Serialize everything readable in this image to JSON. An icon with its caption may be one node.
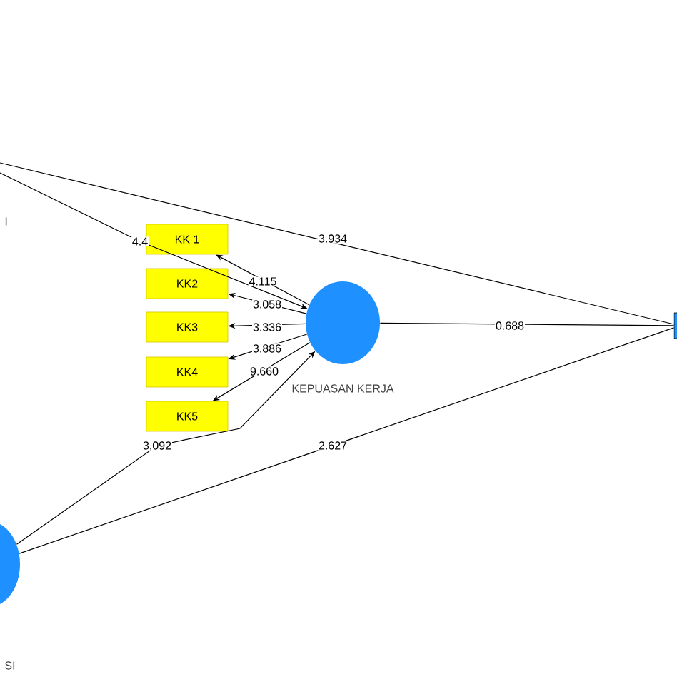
{
  "diagram": {
    "nodes": [
      {
        "text": [],
        "shape": "circle"
      },
      {
        "text": [
          "KK 1"
        ]
      },
      {
        "text": [
          "KK2"
        ]
      },
      {
        "text": [
          "KK3"
        ]
      },
      {
        "text": [
          "KK4"
        ]
      },
      {
        "text": [
          "KK5"
        ]
      },
      {
        "text": [],
        "shape": "circle",
        "beside": [
          "KEPUASAN KERJA"
        ]
      },
      {
        "text": [],
        "shape": "box"
      }
    ],
    "edges": [
      {
        "from": null,
        "to": 7,
        "arrow": "none",
        "label": "3.934"
      },
      {
        "from": null,
        "to": 6,
        "arrow": "to",
        "label": "4.4"
      },
      {
        "from": 6,
        "to": 1,
        "arrow": "to",
        "label": "4.115"
      },
      {
        "from": 6,
        "to": 2,
        "arrow": "to",
        "label": "3.058"
      },
      {
        "from": 6,
        "to": 3,
        "arrow": "to",
        "label": "3.336"
      },
      {
        "from": 6,
        "to": 4,
        "arrow": "to",
        "label": "3.886"
      },
      {
        "from": 6,
        "to": 5,
        "arrow": "to",
        "label": "9.660"
      },
      {
        "from": 0,
        "to": 6,
        "arrow": "to",
        "label": "3.092"
      },
      {
        "from": 6,
        "to": 7,
        "arrow": "none",
        "label": "0.688"
      },
      {
        "from": 0,
        "to": 7,
        "arrow": "none",
        "label": "2.627"
      }
    ],
    "labels": [
      "I",
      "SI"
    ]
  }
}
